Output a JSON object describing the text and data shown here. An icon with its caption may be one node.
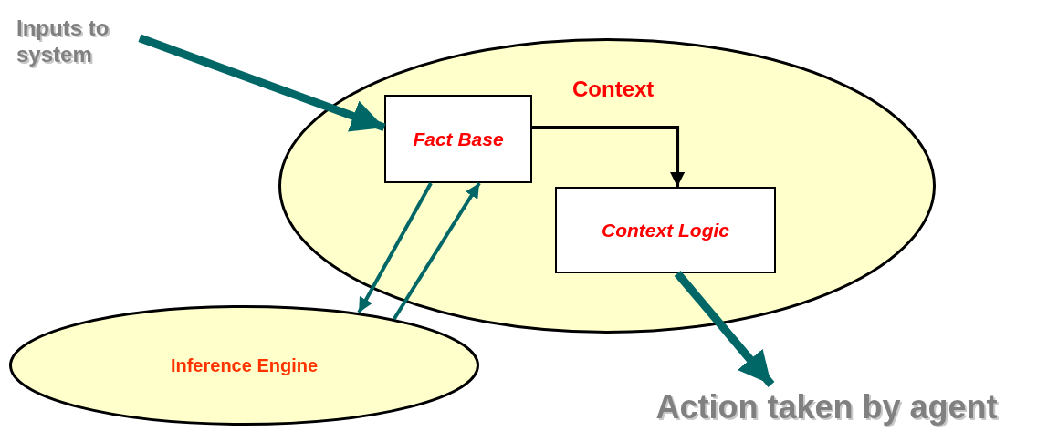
{
  "diagram": {
    "nodes": [
      {
        "text": [
          "Inputs to system"
        ]
      },
      {
        "text": [
          "Context"
        ]
      },
      {
        "text": [
          "Fact Base"
        ],
        "in": 1
      },
      {
        "text": [
          "Context Logic"
        ],
        "in": 1
      },
      {
        "text": [
          "Inference Engine"
        ]
      },
      {
        "text": [
          "Action taken by agent"
        ]
      }
    ],
    "edges": [
      {
        "from": 0,
        "to": 2,
        "arrow": "to",
        "style": "thick"
      },
      {
        "from": 2,
        "to": 3,
        "arrow": "to",
        "color": "#000000"
      },
      {
        "from": 2,
        "to": 4,
        "arrow": "to"
      },
      {
        "from": 4,
        "to": 2,
        "arrow": "to"
      },
      {
        "from": 3,
        "to": 5,
        "arrow": "to",
        "style": "thick"
      }
    ]
  }
}
